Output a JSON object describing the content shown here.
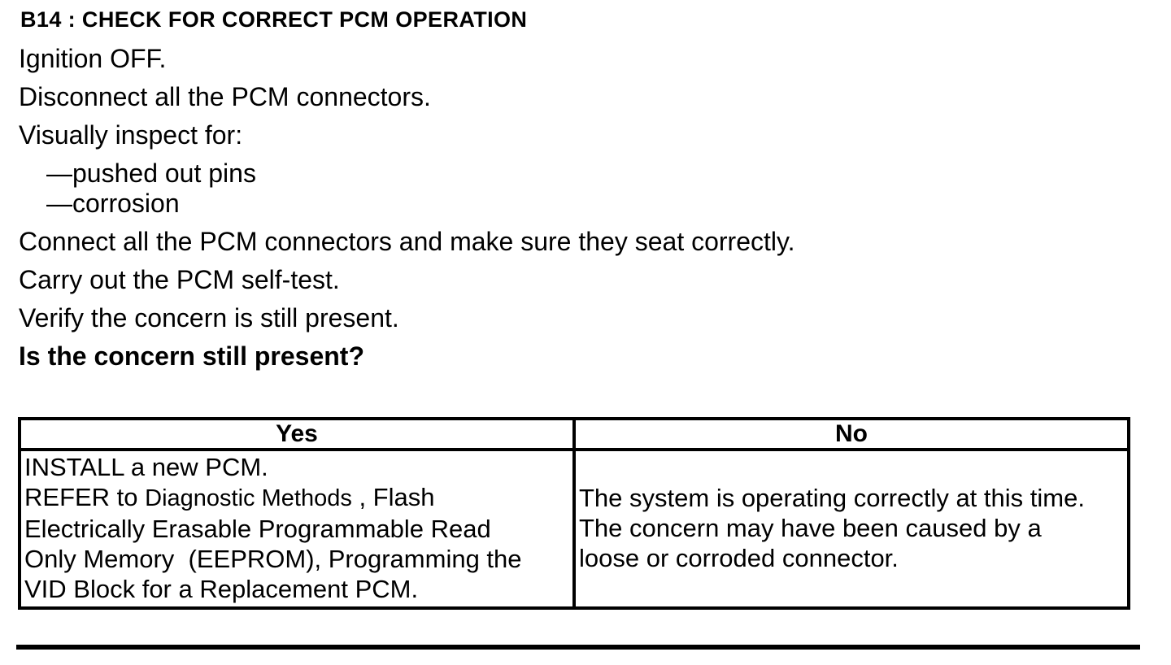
{
  "colors": {
    "text": "#000000",
    "background": "#ffffff",
    "table_border": "#000000"
  },
  "doc": {
    "heading": "B14 : CHECK FOR CORRECT PCM OPERATION",
    "steps": [
      {
        "text": "Ignition OFF."
      },
      {
        "text": "Disconnect all the PCM connectors."
      },
      {
        "text": "Visually inspect for:"
      },
      {
        "text": "—pushed out pins"
      },
      {
        "text": "—corrosion"
      },
      {
        "text": "Connect all the PCM connectors and make sure they seat correctly."
      },
      {
        "text": "Carry out the PCM self-test."
      },
      {
        "text": "Verify the concern is still present."
      },
      {
        "text": "Is the concern still present?"
      }
    ]
  },
  "table": {
    "headers": [
      "Yes",
      "No"
    ],
    "yes_cell": {
      "line1": "INSTALL a new PCM.",
      "refer_prefix": "REFER to ",
      "refer_link": "Diagnostic Methods",
      "refer_suffix": " , Flash",
      "line3": "Electrically Erasable Programmable Read",
      "line4": "Only Memory  (EEPROM), Programming the",
      "line5": "VID Block for a Replacement PCM."
    },
    "no_cell": {
      "line1": "The system is operating correctly at this time.",
      "line2": "The concern may have been caused by a",
      "line3": "loose or corroded connector."
    }
  }
}
